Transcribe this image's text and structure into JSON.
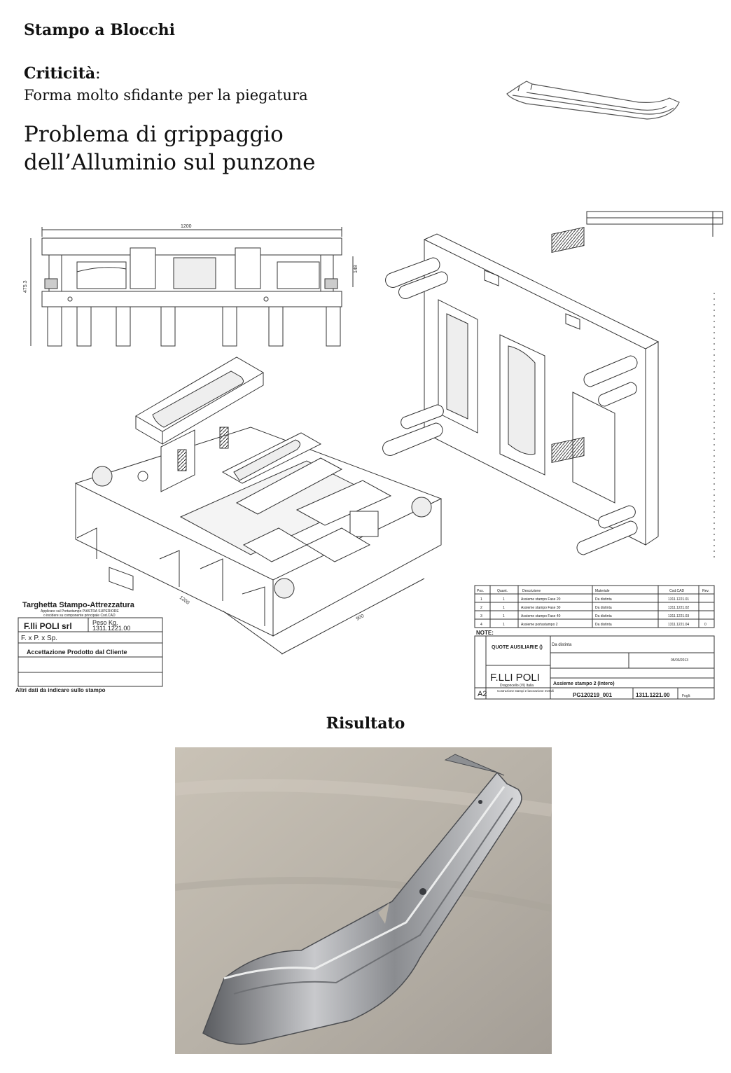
{
  "title": "Stampo a Blocchi",
  "criticita_label": "Criticità",
  "criticita_colon": ":",
  "criticita_text": "Forma molto sfidante per la piegatura",
  "problem_line1": "Problema di grippaggio",
  "problem_line2": "dell’Alluminio sul punzone",
  "drawing": {
    "dim_width": "1200",
    "dim_height_left": "475.3",
    "dim_height_right": "148",
    "dim_iso_1": "1200",
    "dim_iso_2": "900",
    "plate_title": "Targhetta Stampo-Attrezzatura",
    "plate_sub1": "Applicare sul Portastampo PIASTRA SUPERIORE",
    "plate_sub2": "o incidere su componente principale Cod.CAD",
    "plate_company": "F.lli POLI srl",
    "plate_peso": "Peso Kg.",
    "plate_code": "1311.1221.00",
    "plate_fxp": "F. x P. x Sp.",
    "plate_accept": "Accettazione Prodotto dal Cliente",
    "plate_altri": "Altri dati da indicare sullo stampo",
    "bom_headers": [
      "Pos.",
      "Quant.",
      "Descrizione",
      "Materiale",
      "Cod.CAD",
      "Rev."
    ],
    "bom_rows": [
      [
        "1",
        "1",
        "Assieme stampo Fase 20",
        "Da distinta",
        "1311.1221.01",
        ""
      ],
      [
        "2",
        "1",
        "Assieme stampo Fase 30",
        "Da distinta",
        "1311.1221.02",
        ""
      ],
      [
        "3",
        "1",
        "Assieme stampo Fase 40",
        "Da distinta",
        "1311.1221.03",
        ""
      ],
      [
        "4",
        "1",
        "Assieme portastampo 2",
        "Da distinta",
        "1311.1221.04",
        "0"
      ]
    ],
    "note_label": "NOTE:",
    "tb_quote": "QUOTE AUSILIARIE ()",
    "tb_materiale": "Da distinta",
    "tb_company": "F.LLI POLI",
    "tb_city": "Dragoncello (VI) Italia",
    "tb_service": "Costruzione stampi e lavorazione metalli",
    "tb_assieme": "Assieme stampo 2 (Intero)",
    "tb_ordine": "PG120219_001",
    "tb_code": "1311.1221.00",
    "tb_format": "A2",
    "tb_date": "05/03/2013",
    "tb_fogli": "Fogli:"
  },
  "result_title": "Risultato"
}
